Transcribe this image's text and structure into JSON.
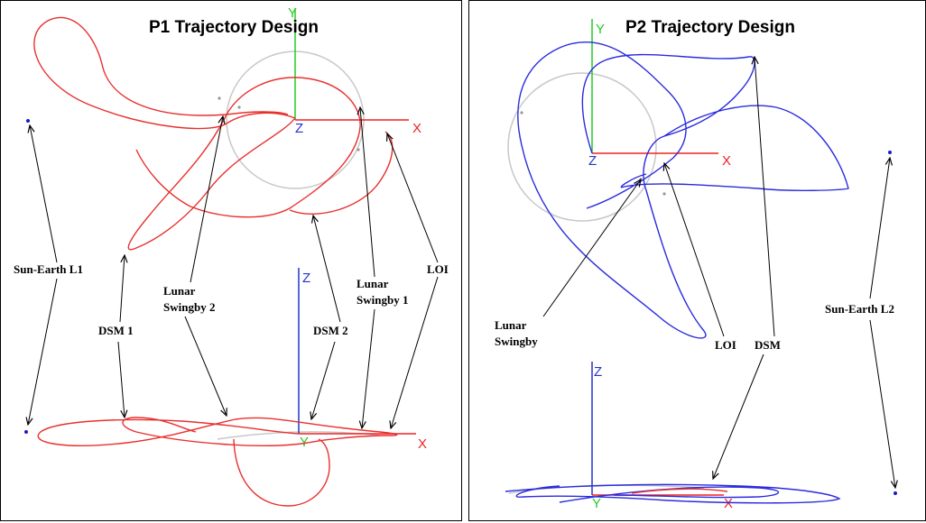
{
  "panels": [
    {
      "title": "P1 Trajectory Design",
      "axes": {
        "top_x": "X",
        "top_y": "Y",
        "top_z": "Z",
        "bottom_x": "X",
        "bottom_y": "Y",
        "bottom_z": "Z"
      },
      "labels": {
        "sun_earth": "Sun-Earth L1",
        "dsm1": "DSM 1",
        "lunar_swingby2_l1": "Lunar",
        "lunar_swingby2_l2": "Swingby 2",
        "dsm2": "DSM 2",
        "lunar_swingby1_l1": "Lunar",
        "lunar_swingby1_l2": "Swingby 1",
        "loi": "LOI"
      }
    },
    {
      "title": "P2 Trajectory Design",
      "axes": {
        "top_x": "X",
        "top_y": "Y",
        "top_z": "Z",
        "bottom_x": "X",
        "bottom_y": "Y",
        "bottom_z": "Z"
      },
      "labels": {
        "lunar_swingby_l1": "Lunar",
        "lunar_swingby_l2": "Swingby",
        "loi": "LOI",
        "dsm": "DSM",
        "sun_earth": "Sun-Earth L2"
      }
    }
  ],
  "colors": {
    "p1_trajectory": "#e8302e",
    "p2_trajectory": "#2b2bdd",
    "moon_orbit": "#c8c8c8",
    "x_axis": "#ee2222",
    "y_axis": "#22cc22",
    "z_axis": "#2233cc",
    "lagrange_point": "#1a1acc"
  }
}
